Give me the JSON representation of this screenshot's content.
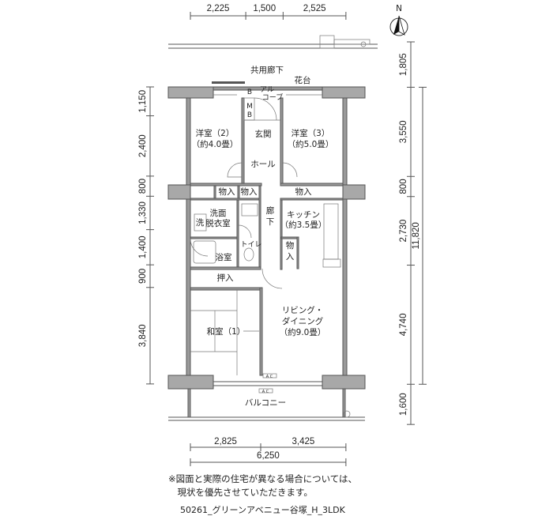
{
  "plan": {
    "corridor": "共用廊下",
    "flower_bed": "花台",
    "alcove": [
      "アル",
      "コーブ"
    ],
    "mb": [
      "M",
      "B"
    ],
    "mb_small": "B",
    "rooms": {
      "western2": [
        "洋室（2）",
        "（約4.0畳）"
      ],
      "entrance": "玄関",
      "western3": [
        "洋室（3）",
        "（約5.0畳）"
      ],
      "hall": "ホール",
      "storage_a": "物入",
      "storage_b": "物入",
      "storage_c": "物入",
      "hallway": [
        "廊",
        "下"
      ],
      "washroom": [
        "洗面",
        "脱衣室"
      ],
      "washer": "洗",
      "kitchen": [
        "キッチン",
        "（約3.5畳）"
      ],
      "toilet": "トイレ",
      "bath": "浴室",
      "storage_d": [
        "物",
        "入"
      ],
      "closet": "押入",
      "living": [
        "リビング・",
        "ダイニング",
        "（約9.0畳）"
      ],
      "japanese": "和室（1）",
      "balcony": "バルコニー",
      "ac_label": "A C"
    }
  },
  "dimensions": {
    "top": [
      "2,225",
      "1,500",
      "2,525"
    ],
    "top_values": [
      2225,
      1500,
      2525
    ],
    "left": [
      "1,150",
      "2,400",
      "800",
      "1,330",
      "1,400",
      "900",
      "3,840"
    ],
    "left_values": [
      1150,
      2400,
      800,
      1330,
      1400,
      900,
      3840
    ],
    "right": [
      "1,805",
      "3,550",
      "800",
      "2,730",
      "4,740",
      "1,600"
    ],
    "right_values": [
      1805,
      3550,
      800,
      2730,
      4740,
      1600
    ],
    "right_total": "11,820",
    "bottom": [
      "2,825",
      "3,425"
    ],
    "bottom_values": [
      2825,
      3425
    ],
    "bottom_total": "6,250"
  },
  "compass": {
    "label": "N"
  },
  "notes": {
    "line1": "※図面と実際の住宅が異なる場合については、",
    "line2": "　現状を優先させていただきます。",
    "caption": "50261_グリーンアベニュー谷塚_H_3LDK"
  }
}
